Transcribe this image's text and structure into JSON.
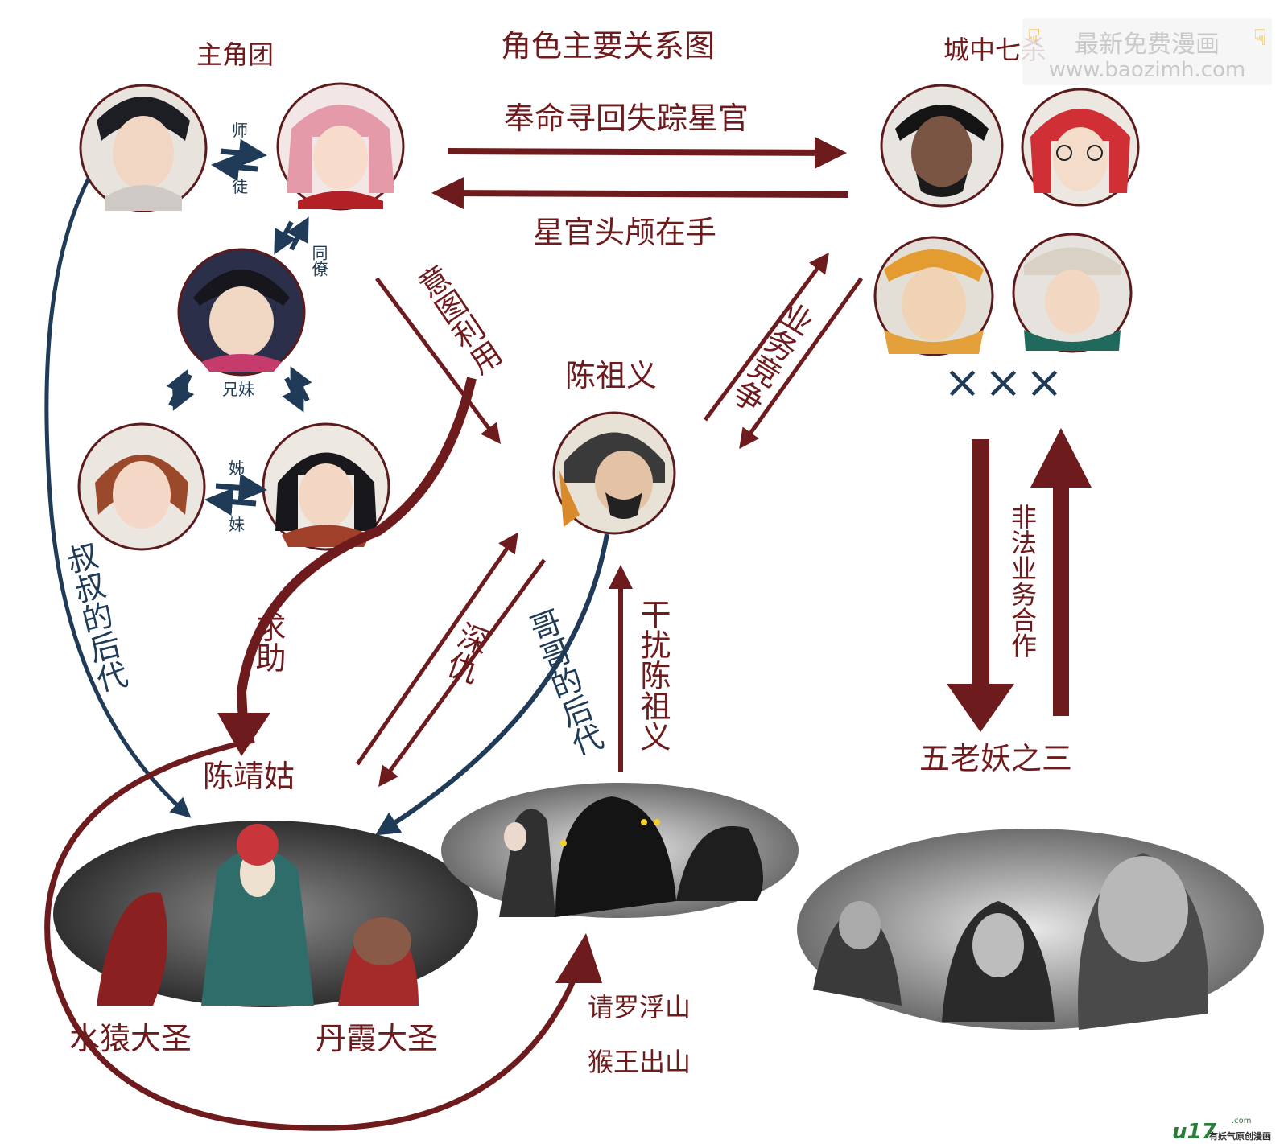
{
  "title": "角色主要关系图",
  "groups": {
    "protagonists": "主角团",
    "city_seven": "城中七杀",
    "chen_zuyi": "陈祖义",
    "chen_jinggu": "陈靖姑",
    "five_elders": "五老妖之三",
    "shuiyuan": "水猿大圣",
    "danxia": "丹霞大圣",
    "unknown_marks": "×××"
  },
  "small_labels": {
    "shi": "师",
    "tu": "徒",
    "tongliao": "同僚",
    "xiongmei": "兄妹",
    "zi": "姊",
    "mei": "妹"
  },
  "relations": {
    "fengming": "奉命寻回失踪星官",
    "xingguan": "星官头颅在手",
    "yitu": "意图利用",
    "yewu": "业务竞争",
    "feifa": "非法业务合作",
    "shushu": "叔叔的后代",
    "qiuzhu": "求助",
    "shenchou": "深仇",
    "gege": "哥哥的后代",
    "ganrao": "干扰陈祖义",
    "qing1": "请罗浮山",
    "qing2": "猴王出山"
  },
  "colors": {
    "red": "#6e1b1e",
    "blue": "#1f3b57"
  },
  "watermark": {
    "line1": "最新免费漫画",
    "line2": "www.baozimh.com"
  },
  "logo": {
    "name": "u17",
    "com": ".com",
    "sub": "有妖气原创漫画"
  }
}
